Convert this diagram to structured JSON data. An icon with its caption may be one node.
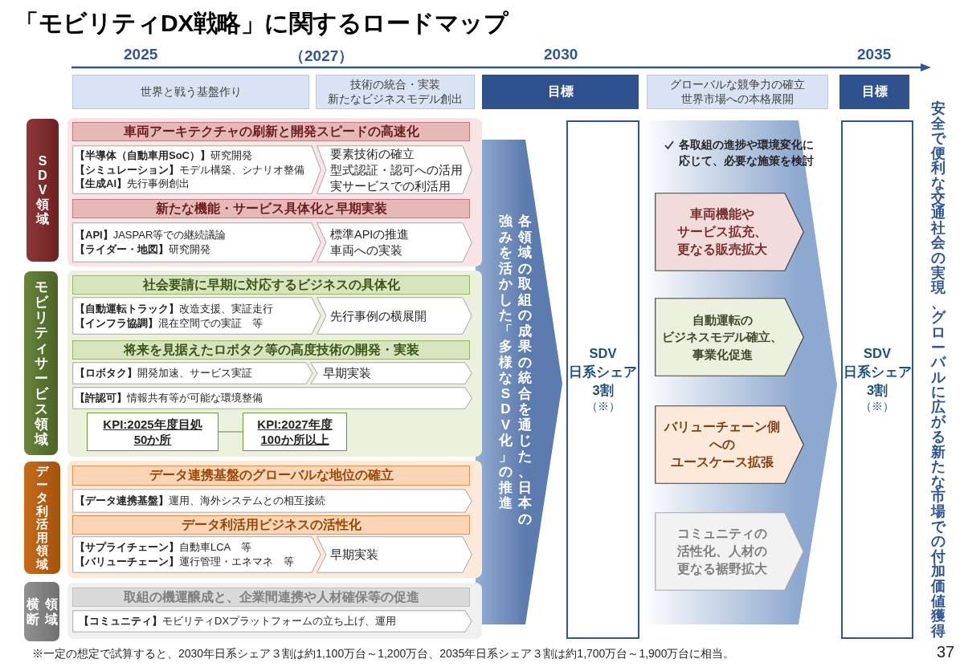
{
  "diagram": {
    "title": "「モビリティDX戦略」に関するロードマップ",
    "nodes": [
      {
        "text": [
          "世界と戦う基盤作り"
        ]
      },
      {
        "text": [
          "技術の統合・実装",
          "新たなビジネスモデル創出"
        ]
      },
      {
        "text": [
          "目標"
        ]
      },
      {
        "text": [
          "グローバルな競争力の確立",
          "世界市場への本格展開"
        ]
      },
      {
        "text": [
          "目標"
        ]
      },
      {
        "text": [
          "SDV 領域"
        ]
      },
      {
        "text": [],
        "shape": "box"
      },
      {
        "text": [
          "車両アーキテクチャの刷新と開発スピードの高速化"
        ],
        "in": 6
      },
      {
        "text": [
          "**【半導体（自動車用SoC）】**研究開発",
          "**【シミュレーション】**モデル構築、シナリオ整備",
          "**【生成AI】**先行事例創出"
        ],
        "in": 6
      },
      {
        "text": [
          "要素技術の確立",
          "型式認証・認可への活用",
          "実サービスでの利活用"
        ],
        "in": 6
      },
      {
        "text": [
          "新たな機能・サービス具体化と早期実装"
        ],
        "in": 6
      },
      {
        "text": [
          "**【API】**JASPAR等での継続議論",
          "**【ライダー・地図】**研究開発"
        ],
        "in": 6
      },
      {
        "text": [
          "標準APIの推進",
          "車両への実装"
        ],
        "in": 6
      },
      {
        "text": [
          "モビリティサービス領域"
        ]
      },
      {
        "text": [],
        "shape": "box"
      },
      {
        "text": [
          "社会要請に早期に対応するビジネスの具体化"
        ],
        "in": 14
      },
      {
        "text": [
          "**【自動運転トラック】**改造支援、実証走行",
          "**【インフラ協調】**混在空間での実証　等"
        ],
        "in": 14
      },
      {
        "text": [
          "先行事例の横展開"
        ],
        "in": 14
      },
      {
        "text": [
          "将来を見据えたロボタク等の高度技術の開発・実装"
        ],
        "in": 14
      },
      {
        "text": [
          "**【ロボタク】**開発加速、サービス実証"
        ],
        "in": 14
      },
      {
        "text": [
          "早期実装"
        ],
        "in": 14
      },
      {
        "text": [
          "**【許認可】**情報共有等が可能な環境整備"
        ],
        "in": 14
      },
      {
        "text": [
          "KPI:2025年度目処50か所"
        ],
        "in": 14
      },
      {
        "text": [
          "KPI:2027年度100か所以上"
        ],
        "in": 14
      },
      {
        "text": [
          "データ利活用領域"
        ]
      },
      {
        "text": [],
        "shape": "box"
      },
      {
        "text": [
          "データ連携基盤のグローバルな地位の確立"
        ],
        "in": 25
      },
      {
        "text": [
          "**【データ連携基盤】**運用、海外システムとの相互接続"
        ],
        "in": 25
      },
      {
        "text": [
          "データ利活用ビジネスの活性化"
        ],
        "in": 25
      },
      {
        "text": [
          "**【サプライチェーン】**自動車LCA　等",
          "**【バリューチェーン】**運行管理・エネマネ　等"
        ],
        "in": 25
      },
      {
        "text": [
          "早期実装"
        ],
        "in": 25
      },
      {
        "text": [
          "領域横断"
        ]
      },
      {
        "text": [],
        "shape": "box"
      },
      {
        "text": [
          "取組の機運醸成と、企業間連携や人材確保等の促進"
        ],
        "in": 32
      },
      {
        "text": [
          "**【コミュニティ】**モビリティDXプラットフォームの立ち上げ、運用"
        ],
        "in": 32
      },
      {
        "text": [
          "各領域の取組の成果の統合を通じた、日本の強みを活かした「多様なSDV化」の推進"
        ]
      },
      {
        "text": [
          "SDV",
          "日系シェア3割",
          "（※）"
        ]
      },
      {
        "text": [
          "各取組の進捗や環境変化に応じて、必要な施策を検討"
        ]
      },
      {
        "text": [
          "車両機能やサービス拡充、更なる販売拡大"
        ],
        "in": 37
      },
      {
        "text": [
          "自動運転のビジネスモデル確立、事業化促進"
        ],
        "in": 37
      },
      {
        "text": [
          "バリューチェーン側へのユースケース拡張"
        ],
        "in": 37
      },
      {
        "text": [
          "コミュニティの活性化、人材の更なる裾野拡大"
        ],
        "in": 37
      },
      {
        "text": [
          "SDV",
          "日系シェア3割",
          "（※）"
        ]
      }
    ],
    "edges": [
      {
        "from": 22,
        "to": 23,
        "arrow": "none"
      }
    ],
    "labels": [
      "2025",
      "（2027）",
      "2030",
      "2035",
      "安全で便利な交通社会の実現、グローバルに広がる新たな市場での付加価値獲得",
      "※一定の想定で試算すると、2030年日系シェア３割は約1,100万台～1,200万台、2035年日系シェア３割は約1,700万台～1,900万台に相当。",
      "37"
    ]
  }
}
